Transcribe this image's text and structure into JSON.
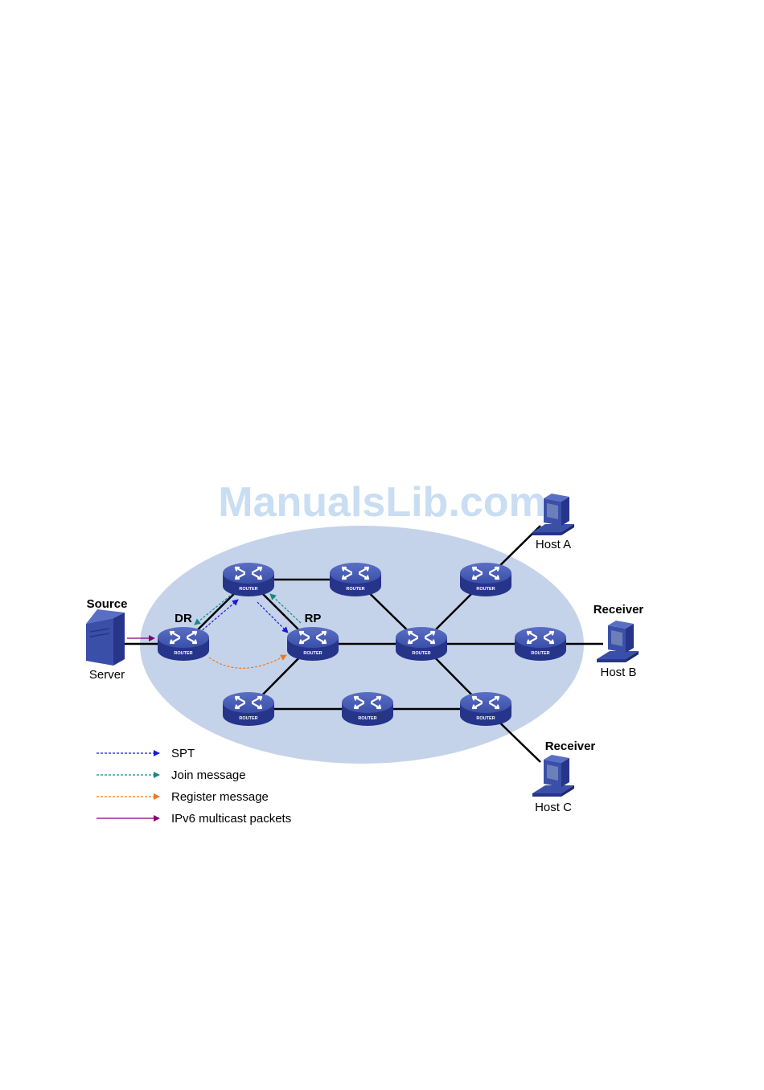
{
  "watermark": {
    "text": "ManualsLib.com",
    "color": "#c9ddf3"
  },
  "colors": {
    "cloud": "#c5d3ea",
    "router": "#3a4fa8",
    "router_dark": "#26348a",
    "link": "#000000",
    "spt": "#1a1adc",
    "join": "#138a86",
    "register": "#f07820",
    "ipv6": "#800080"
  },
  "router_label": "ROUTER",
  "nodes": {
    "source_label": "Source",
    "server_label": "Server",
    "dr_label": "DR",
    "rp_label": "RP",
    "host_a_label": "Host A",
    "host_b_role": "Receiver",
    "host_b_label": "Host B",
    "host_c_role": "Receiver",
    "host_c_label": "Host C"
  },
  "legend": [
    {
      "label": "SPT",
      "style": "dashed",
      "color": "#1a1adc"
    },
    {
      "label": "Join message",
      "style": "dashed",
      "color": "#138a86"
    },
    {
      "label": "Register message",
      "style": "dashed",
      "color": "#f07820"
    },
    {
      "label": "IPv6 multicast packets",
      "style": "solid",
      "color": "#800080"
    }
  ]
}
